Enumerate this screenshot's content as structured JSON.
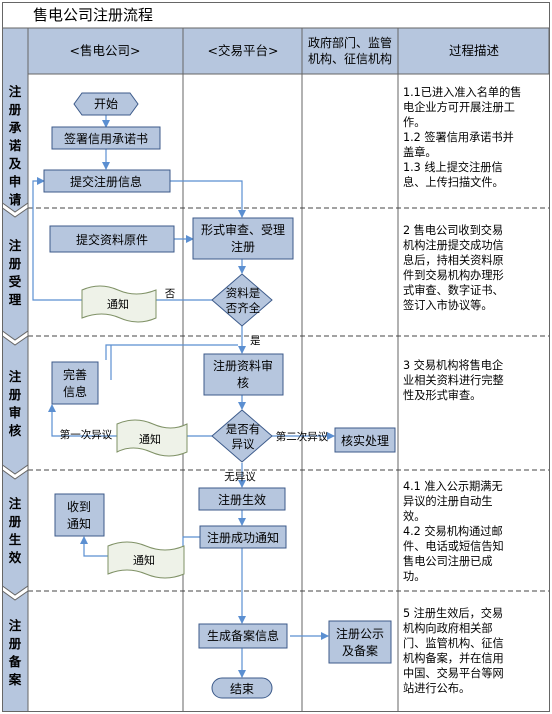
{
  "title": "售电公司注册流程",
  "headers": {
    "col1": "<售电公司>",
    "col2": "<交易平台>",
    "col3_line1": "政府部门、监管",
    "col3_line2": "机构、征信机构",
    "col4": "过程描述"
  },
  "stages": [
    {
      "chars": [
        "注",
        "册",
        "承",
        "诺",
        "及",
        "申",
        "请"
      ]
    },
    {
      "chars": [
        "注",
        "册",
        "受",
        "理"
      ]
    },
    {
      "chars": [
        "注",
        "册",
        "审",
        "核"
      ]
    },
    {
      "chars": [
        "注",
        "册",
        "生",
        "效"
      ]
    },
    {
      "chars": [
        "注",
        "册",
        "备",
        "案"
      ]
    }
  ],
  "nodes": {
    "start": "开始",
    "sign": "签署信用承诺书",
    "submit_info": "提交注册信息",
    "submit_docs": "提交资料原件",
    "formal_review_l1": "形式审查、受理",
    "formal_review_l2": "注册",
    "complete_l1": "资料是",
    "complete_l2": "否齐全",
    "notice": "通知",
    "review_l1": "注册资料审",
    "review_l2": "核",
    "improve_l1": "完善",
    "improve_l2": "信息",
    "objection_l1": "是否有",
    "objection_l2": "异议",
    "verify": "核实处理",
    "effective": "注册生效",
    "success_notice": "注册成功通知",
    "receive_l1": "收到",
    "receive_l2": "通知",
    "record": "生成备案信息",
    "publish_l1": "注册公示",
    "publish_l2": "及备案",
    "end": "结束"
  },
  "edge_labels": {
    "no": "否",
    "yes": "是",
    "first_objection_left": "第一次异议",
    "second_objection": "第二次异议",
    "no_objection": "无异议"
  },
  "descriptions": [
    [
      "1.1已进入准入名单的售",
      "电企业方可开展注册工",
      "作。",
      "1.2 签署信用承诺书并",
      "盖章。",
      "1.3 线上提交注册信",
      "息、上传扫描文件。"
    ],
    [
      "2 售电公司收到交易",
      "机构注册提交成功信",
      "息后，持相关资料原",
      "件到交易机构办理形",
      "式审查、数字证书、",
      "签订入市协议等。"
    ],
    [
      "3 交易机构将售电企",
      "业相关资料进行完整",
      "性及形式审查。"
    ],
    [
      "4.1 准入公示期满无",
      "异议的注册自动生",
      "效。",
      "4.2 交易机构通过邮",
      "件、电话或短信告知",
      "售电公司注册已成",
      "功。"
    ],
    [
      "5 注册生效后，交易",
      "机构向政府相关部",
      "门、监管机构、征信",
      "机构备案，并在信用",
      "中国、交易平台等网",
      "站进行公布。"
    ]
  ],
  "colors": {
    "box_fill": "#b6c6de",
    "box_stroke": "#3c5a8a",
    "header_fill": "#b6c6de",
    "arrow": "#5b8fd1",
    "title_bg": "#ffffff"
  }
}
